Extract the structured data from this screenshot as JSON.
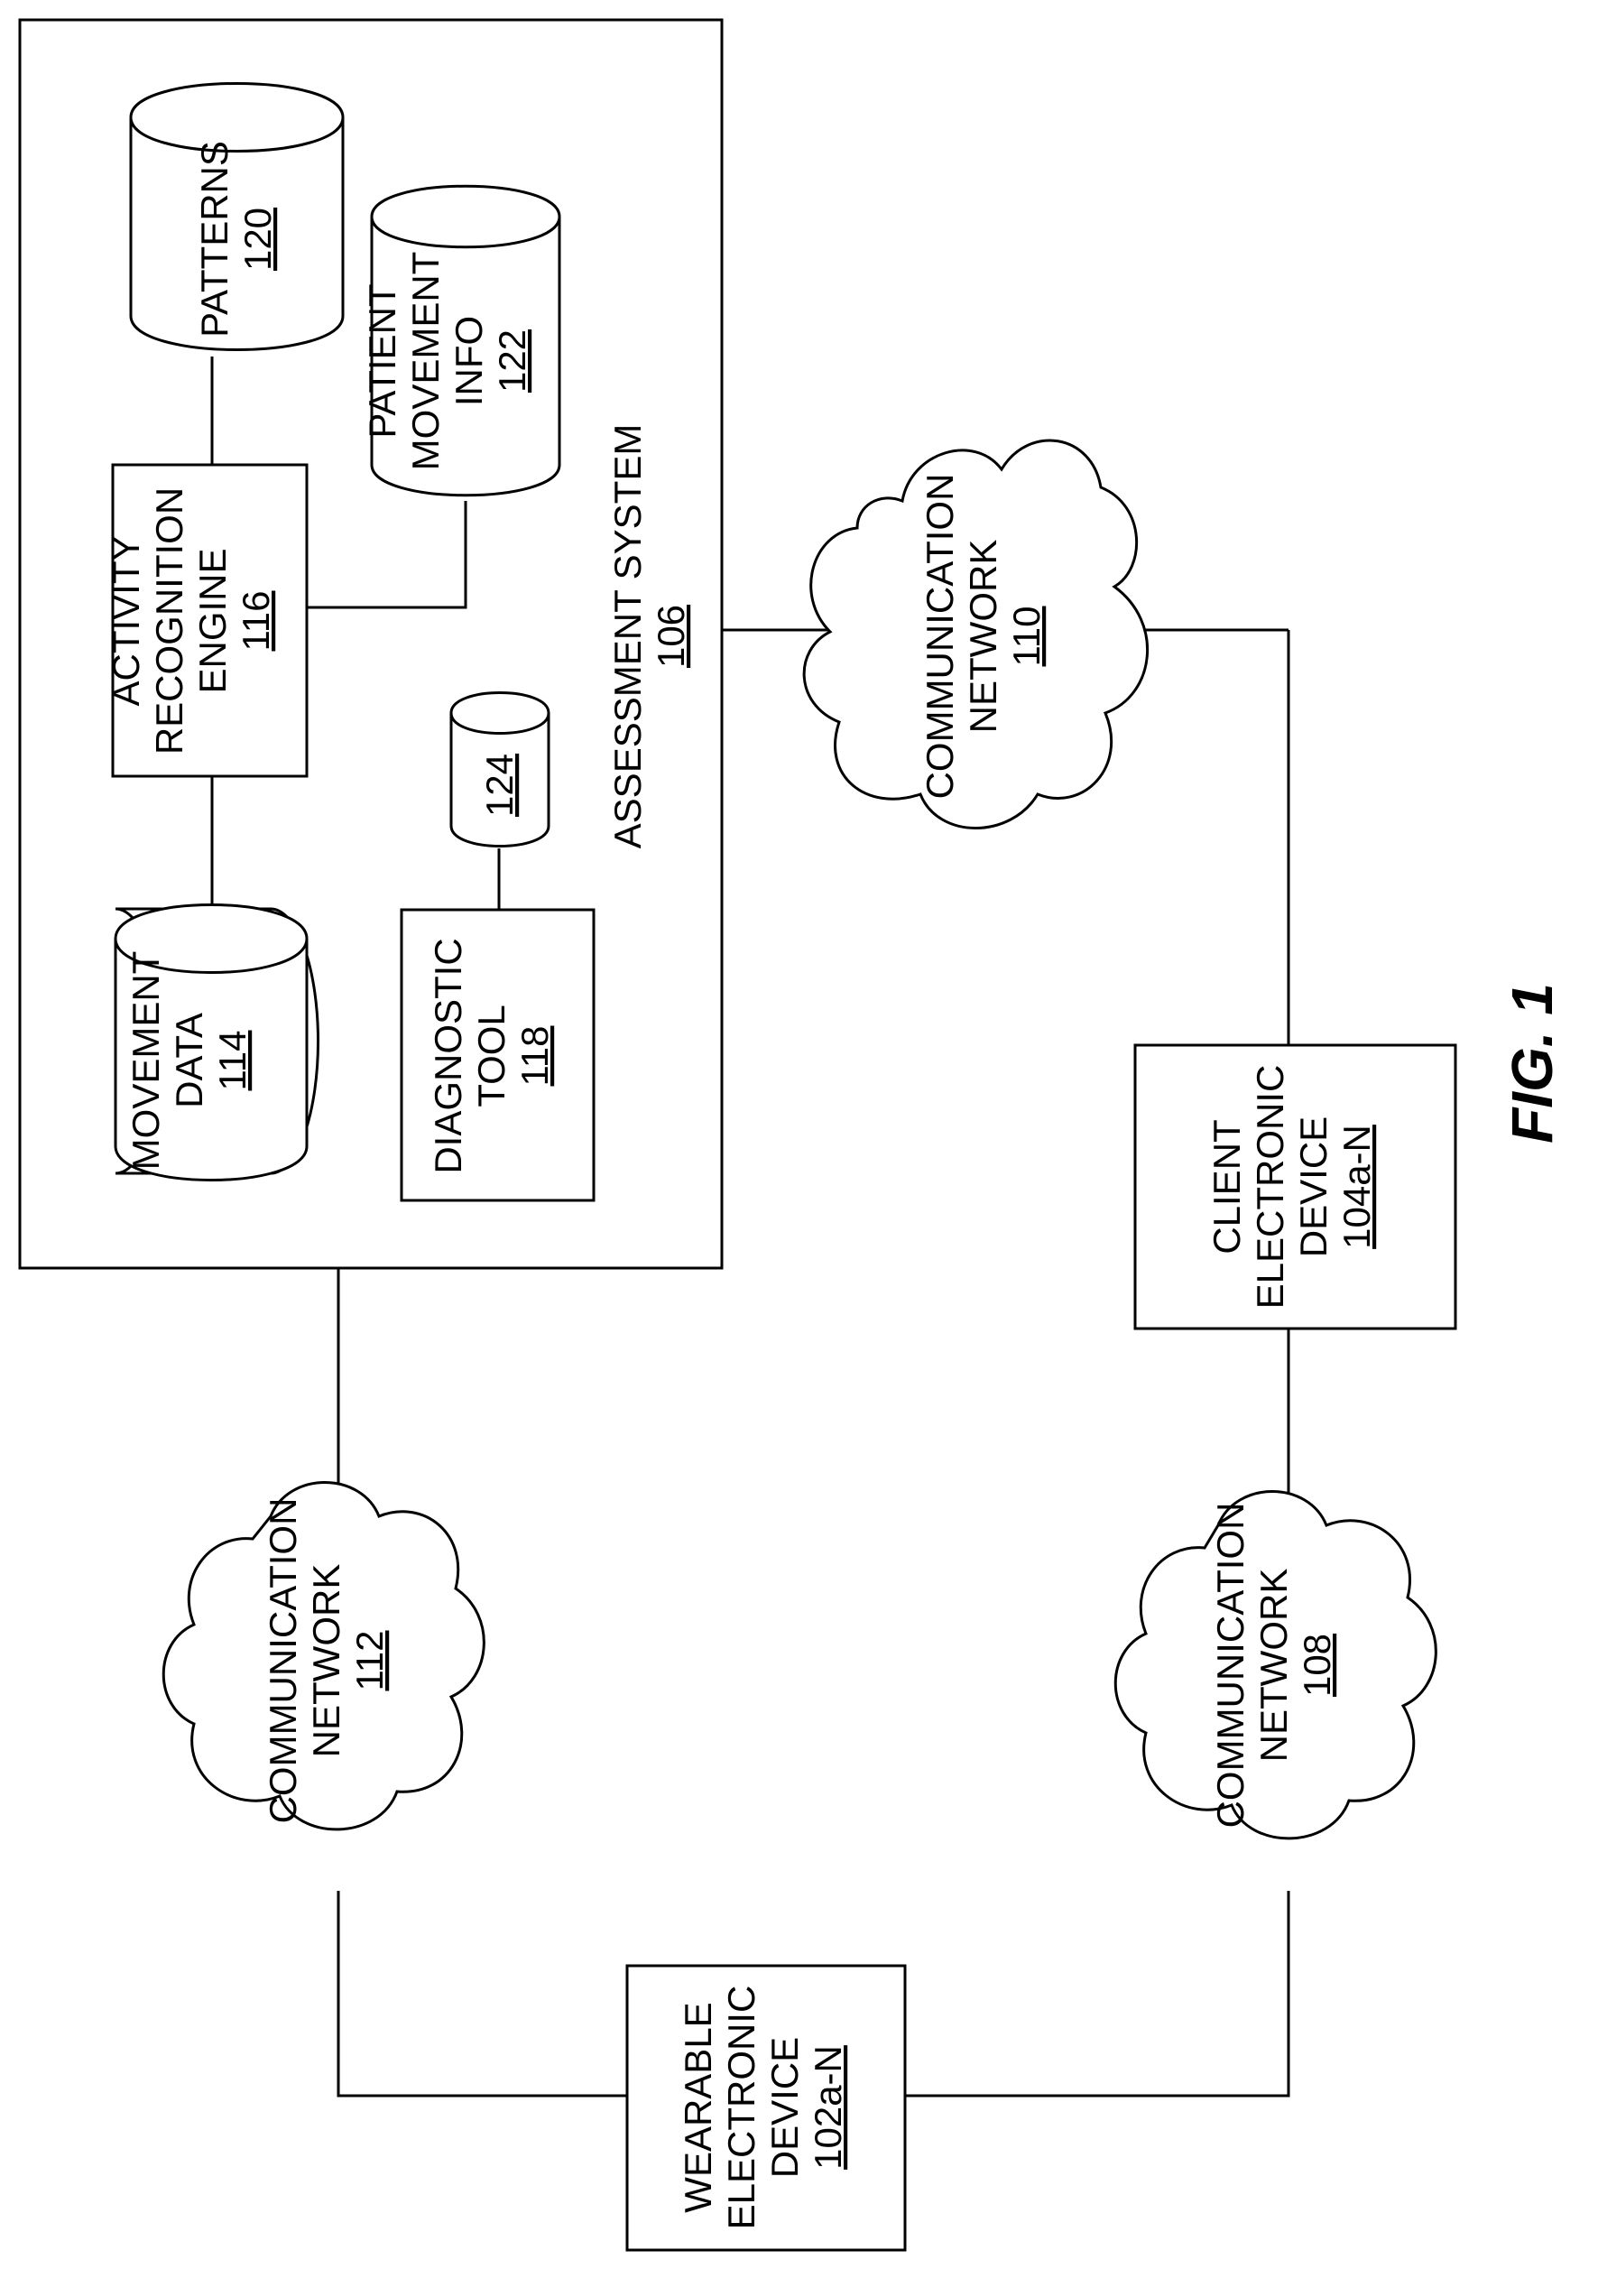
{
  "figure_label": "FIG. 1",
  "assessment_system": {
    "name": "ASSESSMENT SYSTEM",
    "ref": "106"
  },
  "movement_data": {
    "line1": "MOVEMENT",
    "line2": "DATA",
    "ref": "114"
  },
  "activity_engine": {
    "line1": "ACTIVITY",
    "line2": "RECOGNITION",
    "line3": "ENGINE",
    "ref": "116"
  },
  "patterns": {
    "line1": "PATTERNS",
    "ref": "120"
  },
  "patient_info": {
    "line1": "PATIENT",
    "line2": "MOVEMENT",
    "line3": "INFO",
    "ref": "122"
  },
  "diagnostic_tool": {
    "line1": "DIAGNOSTIC",
    "line2": "TOOL",
    "ref": "118"
  },
  "store_124": {
    "ref": "124"
  },
  "network_110": {
    "line1": "COMMUNICATION",
    "line2": "NETWORK",
    "ref": "110"
  },
  "network_112": {
    "line1": "COMMUNICATION",
    "line2": "NETWORK",
    "ref": "112"
  },
  "network_108": {
    "line1": "COMMUNICATION",
    "line2": "NETWORK",
    "ref": "108"
  },
  "client_device": {
    "line1": "CLIENT",
    "line2": "ELECTRONIC",
    "line3": "DEVICE",
    "ref": "104a-N"
  },
  "wearable_device": {
    "line1": "WEARABLE",
    "line2": "ELECTRONIC",
    "line3": "DEVICE",
    "ref": "102a-N"
  }
}
